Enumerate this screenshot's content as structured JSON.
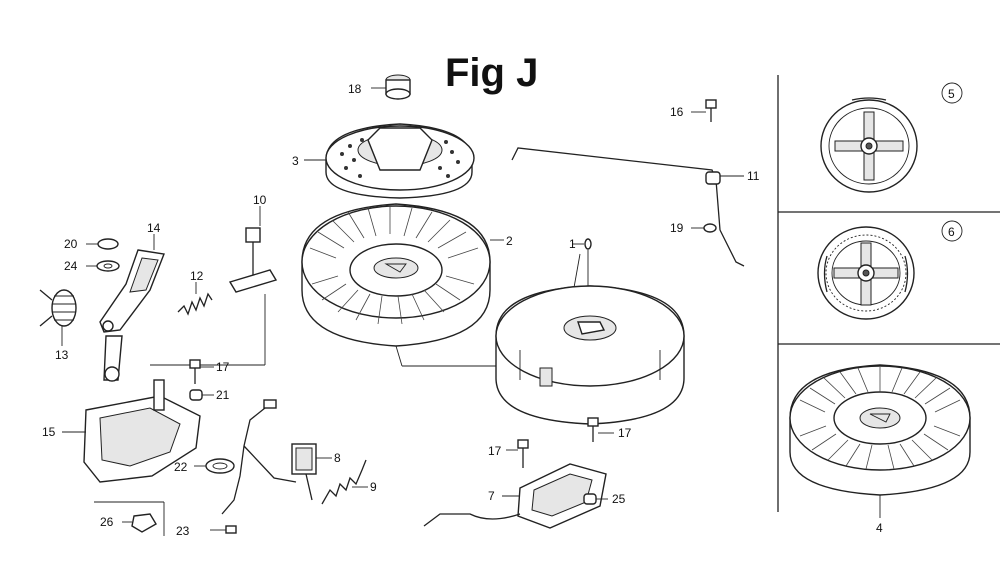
{
  "figure": {
    "title": "Fig J"
  },
  "callouts": {
    "c1": "1",
    "c2": "2",
    "c3": "3",
    "c4": "4",
    "c5": "5",
    "c6": "6",
    "c7": "7",
    "c8": "8",
    "c9": "9",
    "c10": "10",
    "c11": "11",
    "c12": "12",
    "c13": "13",
    "c14": "14",
    "c15": "15",
    "c16": "16",
    "c17a": "17",
    "c17b": "17",
    "c17c": "17",
    "c18": "18",
    "c19": "19",
    "c20": "20",
    "c21": "21",
    "c22": "22",
    "c23": "23",
    "c24": "24",
    "c25": "25",
    "c26": "26"
  }
}
